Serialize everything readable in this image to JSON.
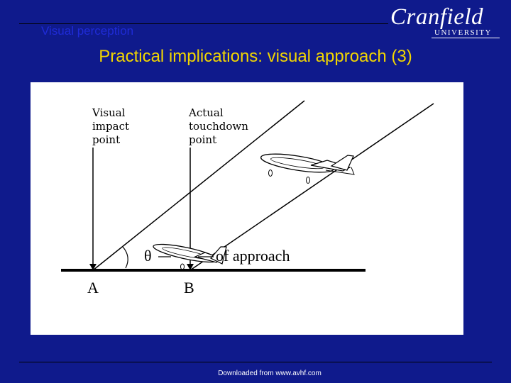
{
  "header": {
    "section": "Visual perception",
    "logo_word": "Cranfield",
    "logo_sub": "UNIVERSITY"
  },
  "title": "Practical implications: visual approach (3)",
  "diagram": {
    "visual_impact_label": "Visual\nimpact\npoint",
    "actual_touchdown_label": "Actual\ntouchdown\npoint",
    "point_a": "A",
    "point_b": "B",
    "angle_symbol": "θ",
    "approach_label": "of approach"
  },
  "footer": "Downloaded from www.avhf.com",
  "colors": {
    "background": "#0f1a8c",
    "title": "#f2d600",
    "section": "#1f2bd6",
    "panel": "#ffffff"
  }
}
